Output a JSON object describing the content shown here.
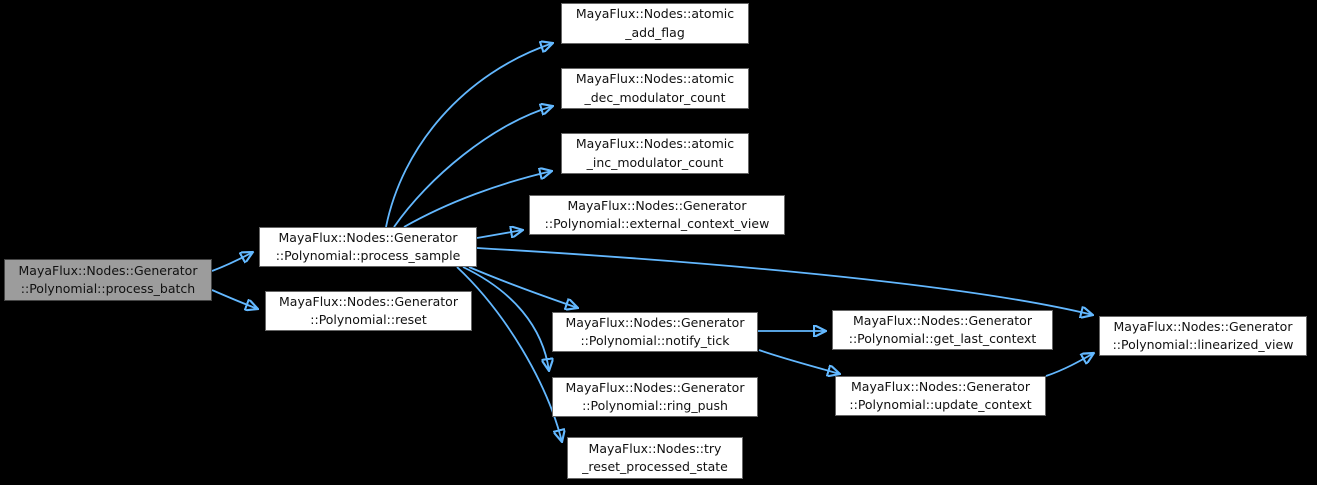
{
  "colors": {
    "background": "#000000",
    "edge": "#63b8ff",
    "node_fill": "#ffffff",
    "node_border": "#666666",
    "highlight_fill": "#9c9c9c",
    "highlight_border": "#454545",
    "text": "#111111"
  },
  "graph": {
    "type": "call-graph",
    "nodes": [
      {
        "id": "process_batch",
        "line1": "MayaFlux::Nodes::Generator",
        "line2": "::Polynomial::process_batch",
        "highlighted": true
      },
      {
        "id": "process_sample",
        "line1": "MayaFlux::Nodes::Generator",
        "line2": "::Polynomial::process_sample",
        "highlighted": false
      },
      {
        "id": "reset",
        "line1": "MayaFlux::Nodes::Generator",
        "line2": "::Polynomial::reset",
        "highlighted": false
      },
      {
        "id": "atomic_add_flag",
        "line1": "MayaFlux::Nodes::atomic",
        "line2": "_add_flag",
        "highlighted": false
      },
      {
        "id": "atomic_dec_modulator_count",
        "line1": "MayaFlux::Nodes::atomic",
        "line2": "_dec_modulator_count",
        "highlighted": false
      },
      {
        "id": "atomic_inc_modulator_count",
        "line1": "MayaFlux::Nodes::atomic",
        "line2": "_inc_modulator_count",
        "highlighted": false
      },
      {
        "id": "external_context_view",
        "line1": "MayaFlux::Nodes::Generator",
        "line2": "::Polynomial::external_context_view",
        "highlighted": false
      },
      {
        "id": "notify_tick",
        "line1": "MayaFlux::Nodes::Generator",
        "line2": "::Polynomial::notify_tick",
        "highlighted": false
      },
      {
        "id": "get_last_context",
        "line1": "MayaFlux::Nodes::Generator",
        "line2": "::Polynomial::get_last_context",
        "highlighted": false
      },
      {
        "id": "linearized_view",
        "line1": "MayaFlux::Nodes::Generator",
        "line2": "::Polynomial::linearized_view",
        "highlighted": false
      },
      {
        "id": "ring_push",
        "line1": "MayaFlux::Nodes::Generator",
        "line2": "::Polynomial::ring_push",
        "highlighted": false
      },
      {
        "id": "update_context",
        "line1": "MayaFlux::Nodes::Generator",
        "line2": "::Polynomial::update_context",
        "highlighted": false
      },
      {
        "id": "try_reset_processed_state",
        "line1": "MayaFlux::Nodes::try",
        "line2": "_reset_processed_state",
        "highlighted": false
      }
    ],
    "edges": [
      {
        "from": "process_batch",
        "to": "process_sample"
      },
      {
        "from": "process_batch",
        "to": "reset"
      },
      {
        "from": "process_sample",
        "to": "atomic_add_flag"
      },
      {
        "from": "process_sample",
        "to": "atomic_dec_modulator_count"
      },
      {
        "from": "process_sample",
        "to": "atomic_inc_modulator_count"
      },
      {
        "from": "process_sample",
        "to": "external_context_view"
      },
      {
        "from": "process_sample",
        "to": "linearized_view"
      },
      {
        "from": "process_sample",
        "to": "notify_tick"
      },
      {
        "from": "process_sample",
        "to": "ring_push"
      },
      {
        "from": "process_sample",
        "to": "try_reset_processed_state"
      },
      {
        "from": "notify_tick",
        "to": "get_last_context"
      },
      {
        "from": "notify_tick",
        "to": "update_context"
      },
      {
        "from": "update_context",
        "to": "linearized_view"
      }
    ]
  }
}
